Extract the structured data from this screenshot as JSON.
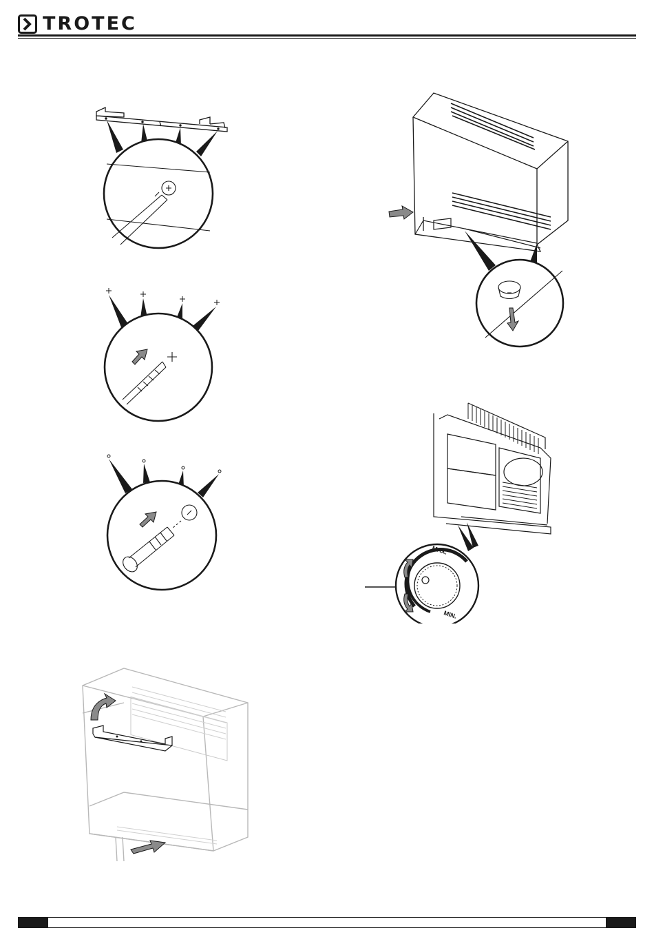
{
  "brand": {
    "name": "TROTEC",
    "logo_icon": "chevron-right-icon"
  },
  "figures": {
    "dial": {
      "max_label": "MAX.",
      "min_label": "MIN."
    }
  },
  "colors": {
    "ink": "#1a1a1a",
    "arrow_fill": "#8a8a8a",
    "faded_line": "#b8b8b8"
  }
}
